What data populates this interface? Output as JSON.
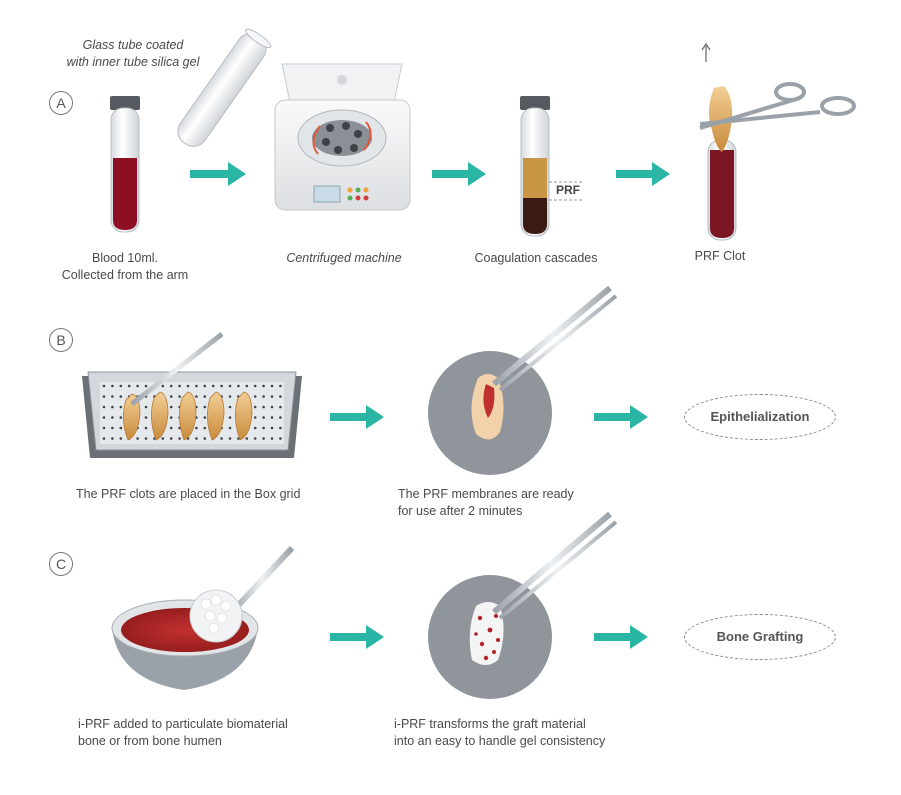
{
  "steps": {
    "a": {
      "letter": "A"
    },
    "b": {
      "letter": "B"
    },
    "c": {
      "letter": "C"
    }
  },
  "row_a": {
    "glass_tube_caption": "Glass tube coated\nwith inner tube silica gel",
    "blood_caption": "Blood 10ml.\nCollected from the arm",
    "centrifuge_caption": "Centrifuged machine",
    "coagulation_caption": "Coagulation cascades",
    "prf_layer_tag": "PRF",
    "clot_caption": "PRF Clot"
  },
  "row_b": {
    "box_grid_caption": "The PRF clots are placed in the Box grid",
    "membrane_caption": "The PRF membranes are ready\nfor use after 2 minutes",
    "result": "Epithelialization"
  },
  "row_c": {
    "bowl_caption": "i-PRF added to particulate biomaterial\nbone or from bone humen",
    "graft_caption": "i-PRF transforms the graft material\ninto an easy to handle gel consistency",
    "result": "Bone Grafting"
  },
  "colors": {
    "arrow": "#2bb5a5",
    "blood": "#8e0f24",
    "prf": "#e8b56a",
    "circle_bg": "#8f959b",
    "metal": "#b9bfc5"
  }
}
